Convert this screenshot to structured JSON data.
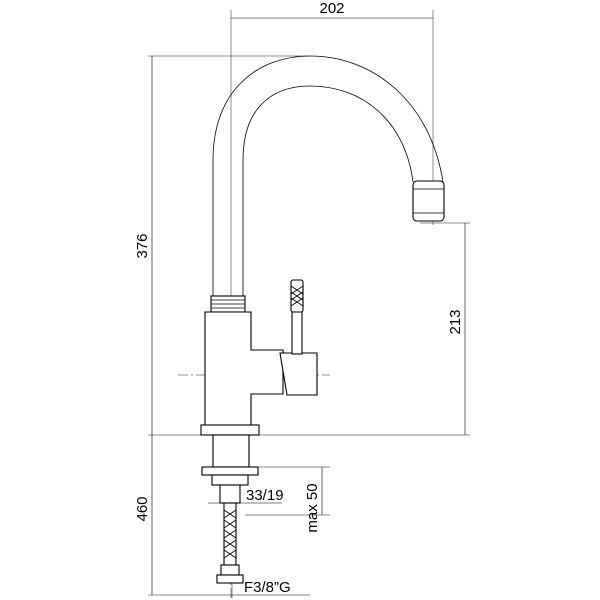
{
  "drawing": {
    "type": "technical-drawing",
    "subject": "kitchen mixer tap with swivel spout",
    "colors": {
      "line": "#000000",
      "background": "#ffffff"
    },
    "dimensions": {
      "spout_reach": "202",
      "total_height": "376",
      "spout_outlet_height": "213",
      "below_deck_length": "460",
      "deck_hole": "33/19",
      "max_deck_thickness": "max 50",
      "connection_thread": "F3/8”G"
    }
  }
}
